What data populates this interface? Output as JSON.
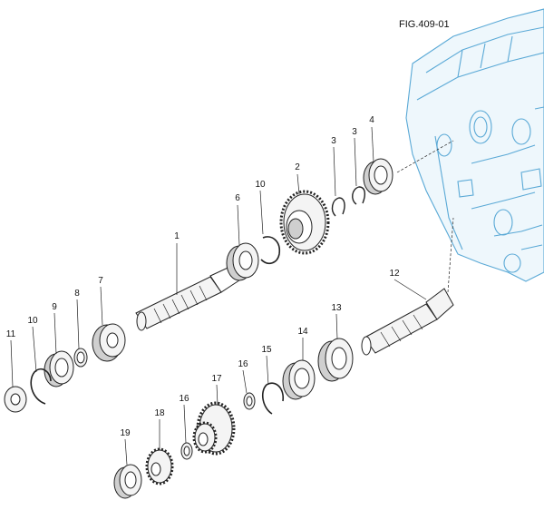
{
  "figure": {
    "label": "FIG.409-01"
  },
  "callouts": [
    {
      "id": "c1",
      "text": "1"
    },
    {
      "id": "c2",
      "text": "2"
    },
    {
      "id": "c3a",
      "text": "3"
    },
    {
      "id": "c3b",
      "text": "3"
    },
    {
      "id": "c4",
      "text": "4"
    },
    {
      "id": "c6",
      "text": "6"
    },
    {
      "id": "c7",
      "text": "7"
    },
    {
      "id": "c8",
      "text": "8"
    },
    {
      "id": "c9",
      "text": "9"
    },
    {
      "id": "c10a",
      "text": "10"
    },
    {
      "id": "c10b",
      "text": "10"
    },
    {
      "id": "c11",
      "text": "11"
    },
    {
      "id": "c12",
      "text": "12"
    },
    {
      "id": "c13",
      "text": "13"
    },
    {
      "id": "c14",
      "text": "14"
    },
    {
      "id": "c15",
      "text": "15"
    },
    {
      "id": "c16a",
      "text": "16"
    },
    {
      "id": "c16b",
      "text": "16"
    },
    {
      "id": "c17",
      "text": "17"
    },
    {
      "id": "c18",
      "text": "18"
    },
    {
      "id": "c19",
      "text": "19"
    }
  ],
  "colors": {
    "housing_outline": "#5aa9d6",
    "part_outline": "#222222"
  }
}
